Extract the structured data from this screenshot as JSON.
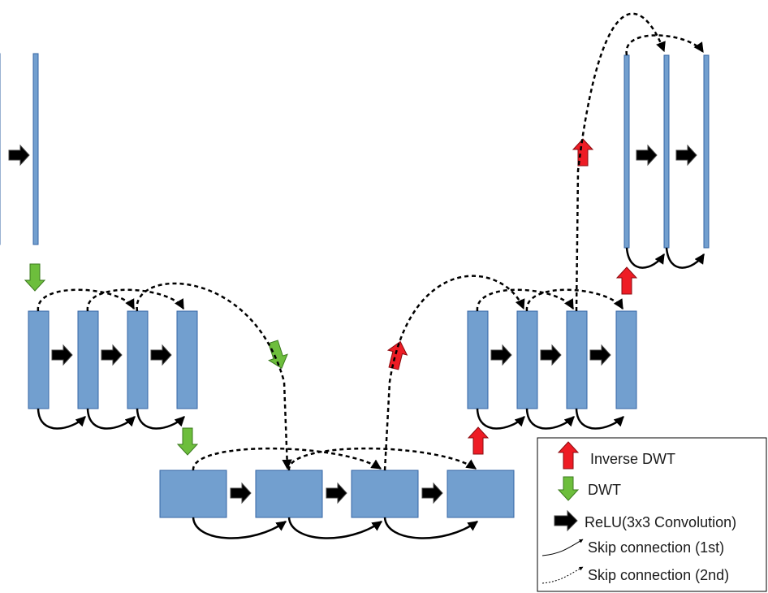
{
  "legend": {
    "inverse_dwt": "Inverse DWT",
    "dwt": "DWT",
    "relu_conv": "ReLU(3x3 Convolution)",
    "skip_1st": "Skip connection (1st)",
    "skip_2nd": "Skip connection (2nd)"
  },
  "colors": {
    "block_fill": "#729fcf",
    "block_stroke": "#3465a4",
    "dwt_arrow": "#6dbe3c",
    "idwt_arrow": "#ee1c25",
    "conv_arrow": "#000000"
  },
  "icons": {
    "dwt": "green-down-arrow-icon",
    "inverse_dwt": "red-up-arrow-icon",
    "relu_conv": "black-right-arrow-icon"
  }
}
